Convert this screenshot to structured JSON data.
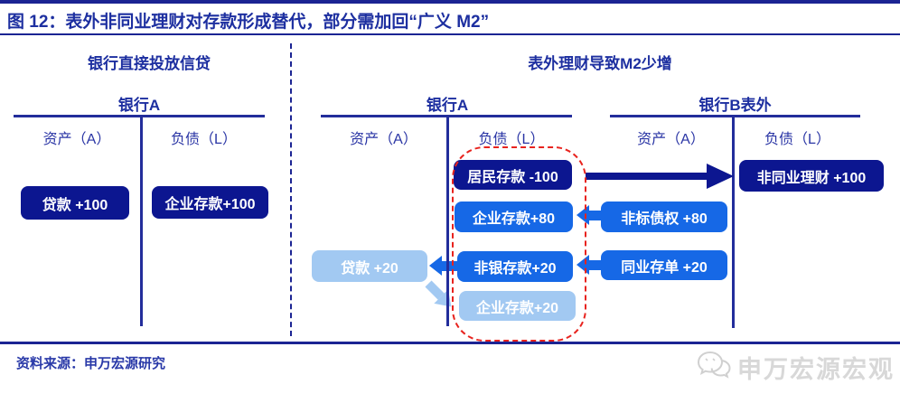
{
  "figure": {
    "title": "图 12：表外非同业理财对存款形成替代，部分需加回“广义 M2”",
    "source": "资料来源：申万宏源研究",
    "watermark": "申万宏源宏观"
  },
  "colors": {
    "navy_line": "#232d9b",
    "title_blue": "#1d2fa0",
    "dark_box": "#0c1690",
    "mid_box": "#1668e6",
    "light_box": "#a2c9f2",
    "red_dashed": "#e8231e",
    "watermark_gray": "#d8d8d8"
  },
  "left_panel": {
    "header": "银行直接投放信贷",
    "account_name": "银行A",
    "asset_label": "资产（A）",
    "liability_label": "负债（L）",
    "boxes": {
      "loan_plus_100": "贷款  +100",
      "corp_deposit_plus_100": "企业存款+100"
    }
  },
  "right_panel": {
    "header": "表外理财导致M2少增",
    "bank_a": {
      "account_name": "银行A",
      "asset_label": "资产（A）",
      "liability_label": "负债（L）",
      "boxes": {
        "loan_plus_20": "贷款  +20",
        "resident_deposit_minus_100": "居民存款 -100",
        "corp_deposit_plus_80": "企业存款+80",
        "nonbank_deposit_plus_20": "非银存款+20",
        "corp_deposit_plus_20": "企业存款+20"
      }
    },
    "bank_b": {
      "account_name": "银行B表外",
      "asset_label": "资产（A）",
      "liability_label": "负债（L）",
      "boxes": {
        "non_interbank_wm_plus_100": "非同业理财 +100",
        "nonstandard_debt_plus_80": "非标债权 +80",
        "interbank_cd_plus_20": "同业存单 +20"
      }
    }
  }
}
